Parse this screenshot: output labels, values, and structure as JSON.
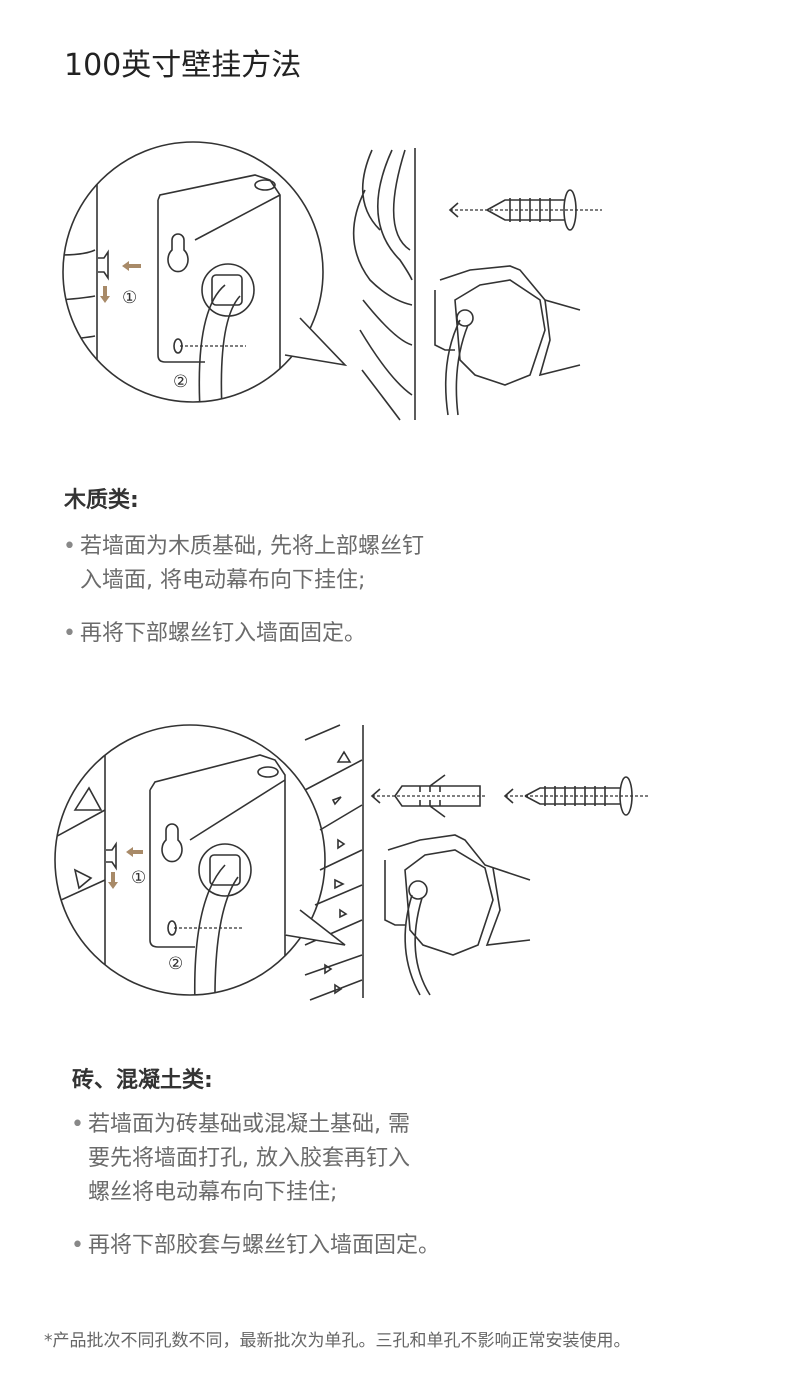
{
  "title": "100英寸壁挂方法",
  "sections": [
    {
      "heading": "木质类:",
      "bullets": [
        {
          "lines": [
            "若墙面为木质基础, 先将上部螺丝钉",
            "入墙面, 将电动幕布向下挂住;"
          ]
        },
        {
          "lines": [
            "再将下部螺丝钉入墙面固定。"
          ]
        }
      ],
      "step_labels": [
        "①",
        "②"
      ]
    },
    {
      "heading": "砖、混凝土类:",
      "bullets": [
        {
          "lines": [
            "若墙面为砖基础或混凝土基础, 需",
            "要先将墙面打孔, 放入胶套再钉入",
            "螺丝将电动幕布向下挂住;"
          ]
        },
        {
          "lines": [
            "再将下部胶套与螺丝钉入墙面固定。"
          ]
        }
      ],
      "step_labels": [
        "①",
        "②"
      ]
    }
  ],
  "footnote": "*产品批次不同孔数不同，最新批次为单孔。三孔和单孔不影响正常安装使用。",
  "colors": {
    "arrow": "#a88a68",
    "line": "#333333",
    "text": "#6b6b6b"
  }
}
